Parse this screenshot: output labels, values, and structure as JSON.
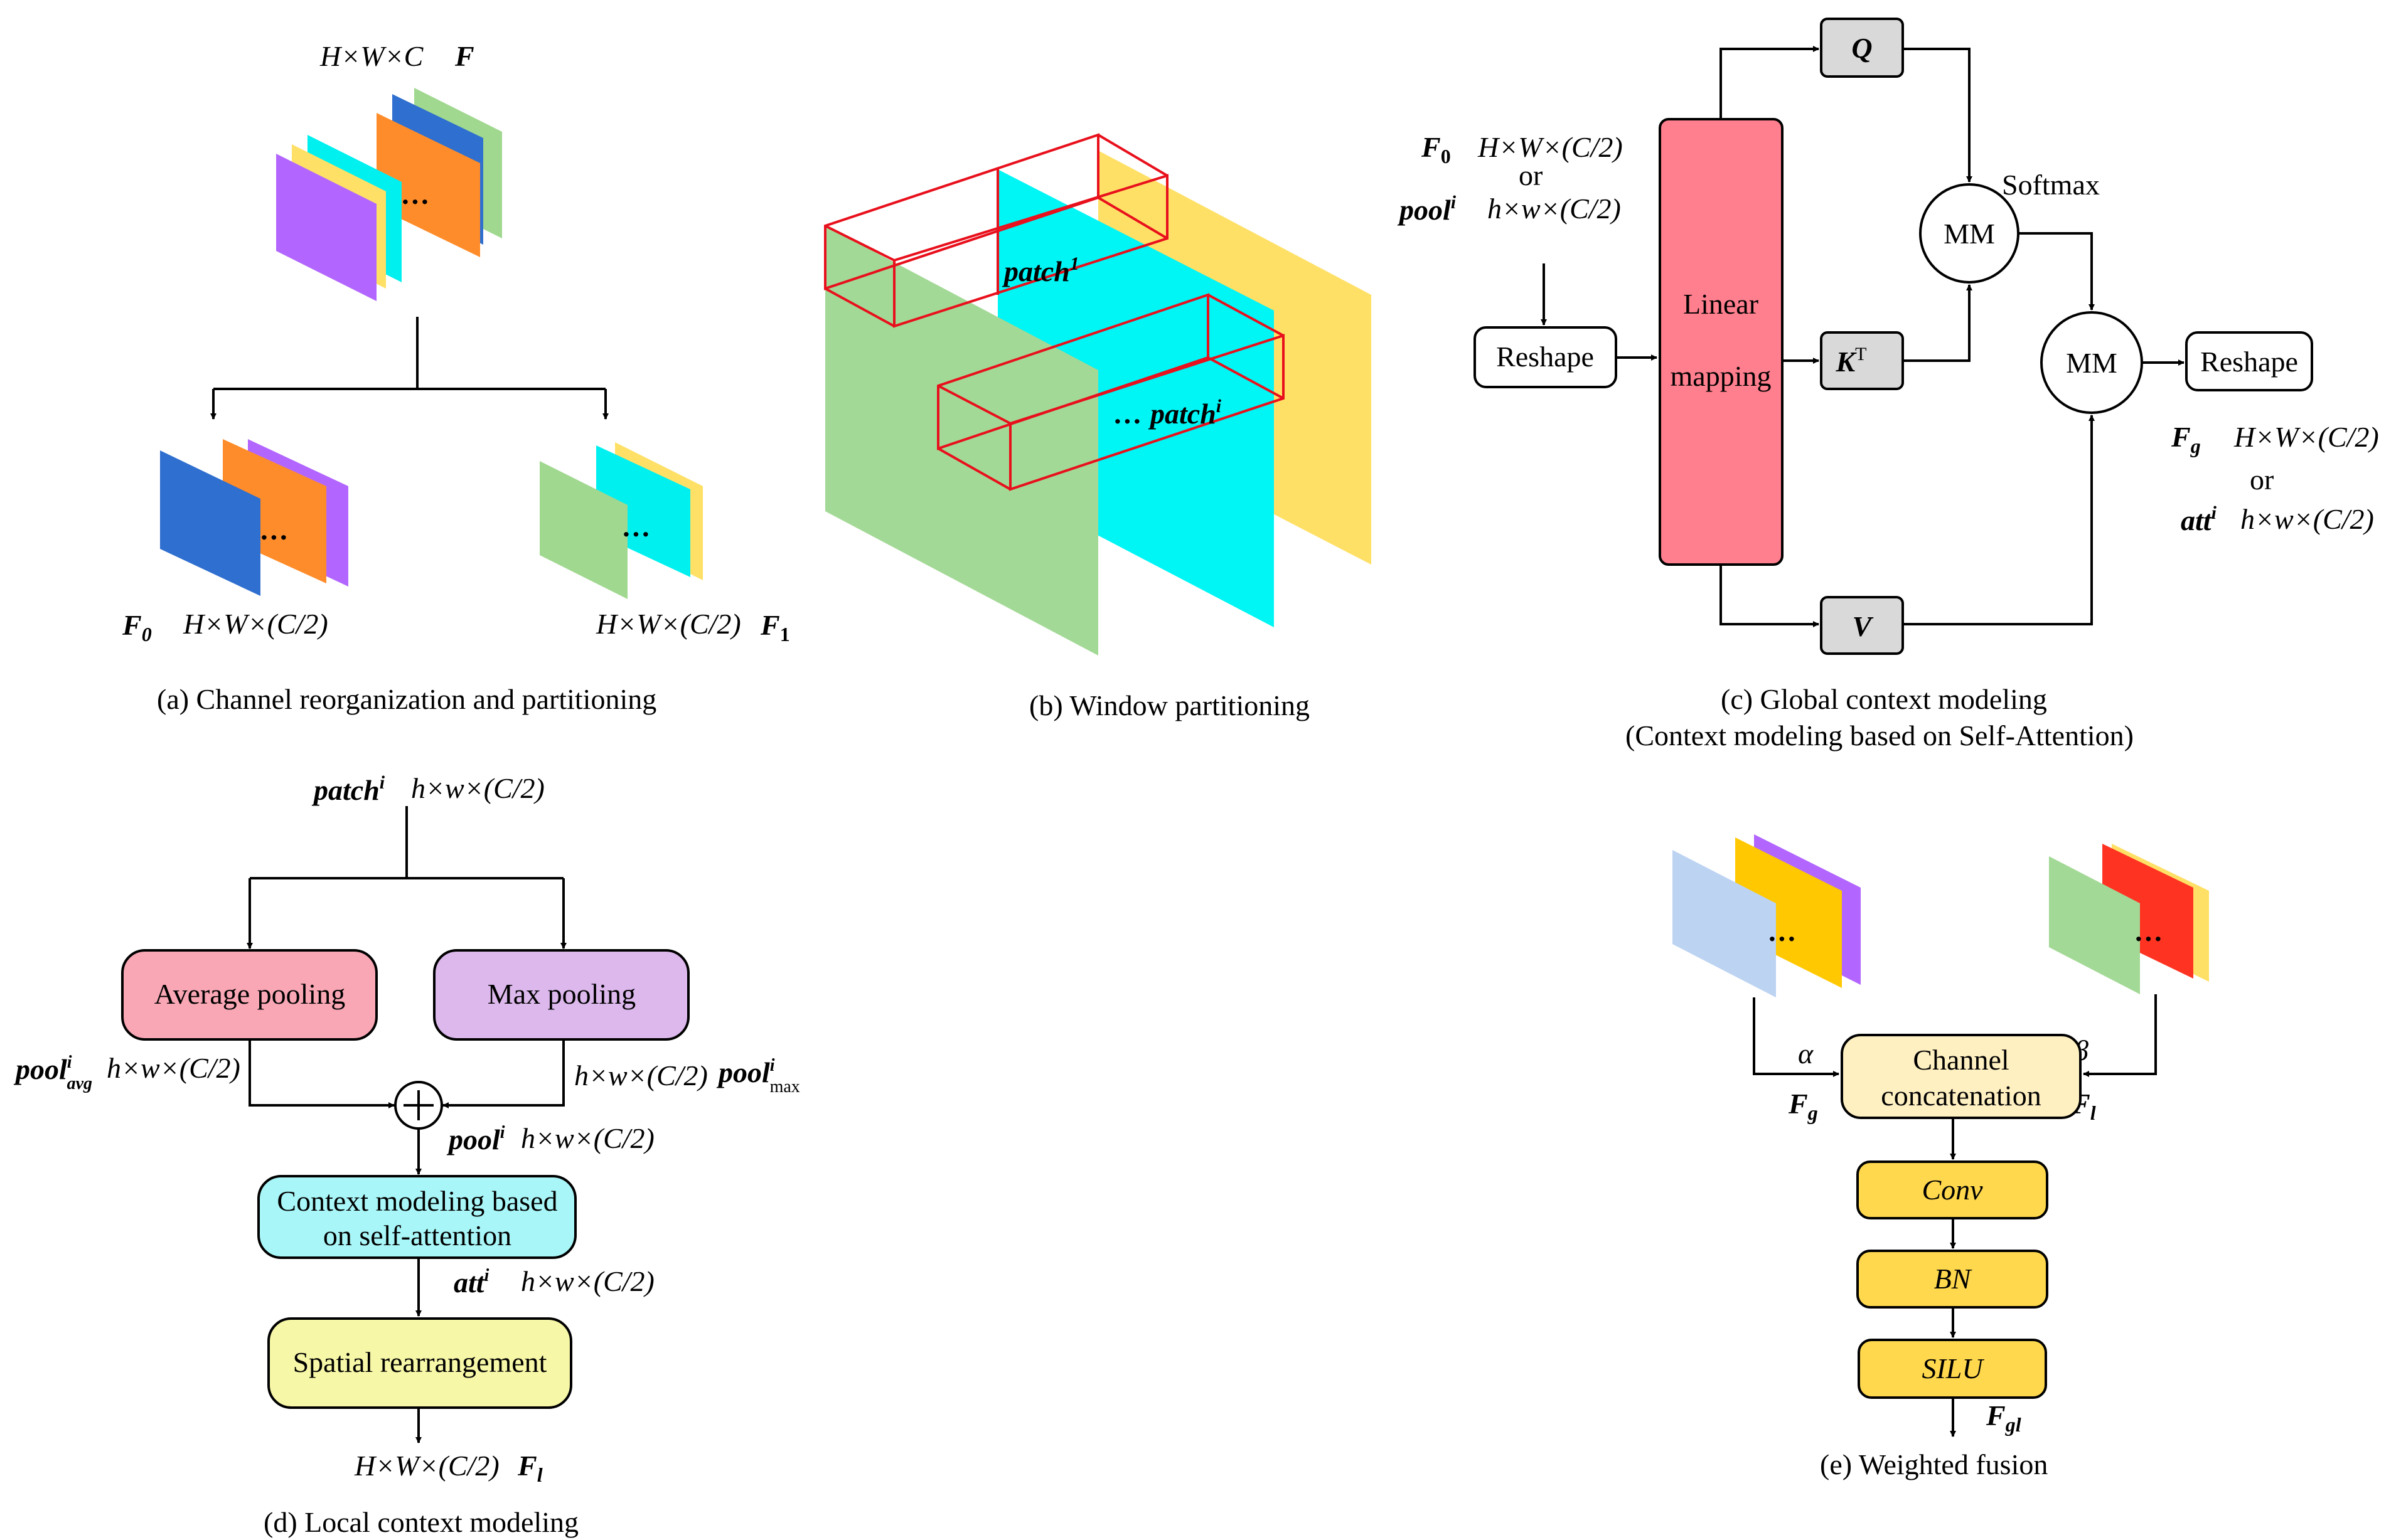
{
  "panel_a": {
    "dims_top": "H×W×C",
    "label_top": "F",
    "dots": "…",
    "left_label": "F",
    "left_label_sub": "0",
    "left_dims": "H×W×(C/2)",
    "right_dims": "H×W×(C/2)",
    "right_label": "F",
    "right_label_sub": "1",
    "caption": "(a) Channel reorganization and partitioning",
    "colors": [
      "#b266ff",
      "#ffe066",
      "#00f0f0",
      "#ff8c2a",
      "#2f6fcf",
      "#a0d890"
    ]
  },
  "panel_b": {
    "patch1": "patch",
    "patch1_sup": "1",
    "patchi": "patch",
    "patchi_sup": "i",
    "dots": "…",
    "caption": "(b)  Window partitioning",
    "colors": [
      "#a3d996",
      "#00f5f5",
      "#ffe066",
      "#e8101c"
    ]
  },
  "panel_c": {
    "in_f0": "F",
    "in_f0_sub": "0",
    "in_f0_dims": "H×W×(C/2)",
    "in_or": "or",
    "in_pool": "pool",
    "in_pool_sup": "i",
    "in_pool_dims": "h×w×(C/2)",
    "reshape_in": "Reshape",
    "linear_1": "Linear",
    "linear_2": "mapping",
    "q": "Q",
    "k": "K",
    "k_sup": "T",
    "v": "V",
    "mm1": "MM",
    "mm2": "MM",
    "softmax": "Softmax",
    "reshape_out": "Reshape",
    "out_fg": "F",
    "out_fg_sub": "g",
    "out_fg_dims": "H×W×(C/2)",
    "out_or": "or",
    "out_att": "att",
    "out_att_sup": "i",
    "out_att_dims": "h×w×(C/2)",
    "caption_1": "(c) Global context modeling",
    "caption_2": "(Context modeling based on Self-Attention)",
    "colors": {
      "linear": "#ff7f8e",
      "qkv": "#d9d9d9"
    }
  },
  "panel_d": {
    "in_patch": "patch",
    "in_patch_sup": "i",
    "in_dims": "h×w×(C/2)",
    "avg": "Average pooling",
    "max": "Max pooling",
    "pool_avg": "pool",
    "pool_avg_sup": "i",
    "pool_avg_sub": "avg",
    "pool_avg_dims": "h×w×(C/2)",
    "pool_max_dims": "h×w×(C/2)",
    "pool_max": "pool",
    "pool_max_sup": "i",
    "pool_max_sub": "max",
    "pool": "pool",
    "pool_sup": "i",
    "pool_dims": "h×w×(C/2)",
    "ctx_1": "Context modeling based",
    "ctx_2": "on self-attention",
    "att": "att",
    "att_sup": "i",
    "att_dims": "h×w×(C/2)",
    "spatial": "Spatial rearrangement",
    "out_dims": "H×W×(C/2)",
    "out_label": "F",
    "out_label_sub": "l",
    "caption": "(d)  Local context modeling",
    "colors": {
      "avg": "#f9a7b5",
      "max": "#dcb8ec",
      "ctx": "#a9f6f8",
      "spatial": "#f7f7a8"
    }
  },
  "panel_e": {
    "dots": "…",
    "alpha": "α",
    "beta": "β",
    "fg": "F",
    "fg_sub": "g",
    "fl": "F",
    "fl_sub": "l",
    "concat_1": "Channel",
    "concat_2": "concatenation",
    "conv": "Conv",
    "bn": "BN",
    "silu": "SILU",
    "out": "F",
    "out_sub": "gl",
    "caption": "(e)  Weighted fusion",
    "colors": {
      "concat": "#fff0c2",
      "layer": "#ffd84d"
    }
  }
}
